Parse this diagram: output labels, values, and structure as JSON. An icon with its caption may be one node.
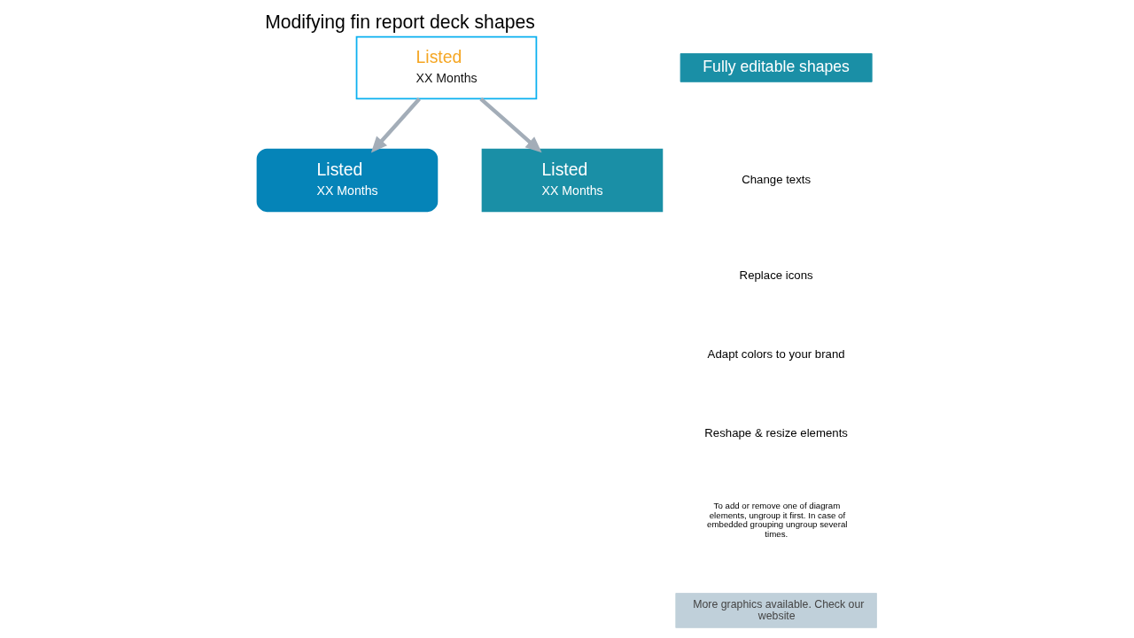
{
  "diagram": {
    "title": "Modifying fin report deck shapes",
    "nodes": [
      {
        "text": [
          "Listed",
          "XX Months"
        ]
      },
      {
        "text": [
          "Listed",
          "XX Months"
        ]
      },
      {
        "text": [
          "Listed",
          "XX Months"
        ]
      }
    ],
    "edges": [
      {
        "from": 0,
        "to": 1,
        "arrow": "to"
      },
      {
        "from": 0,
        "to": 2,
        "arrow": "to"
      }
    ],
    "labels": [
      "Fully editable shapes",
      "Change texts",
      "Replace icons",
      "Adapt colors to your brand",
      "Reshape & resize elements",
      "To add or remove one of diagram elements, ungroup it first. In case of embedded grouping ungroup several times.",
      "More graphics available. Check our website"
    ]
  }
}
